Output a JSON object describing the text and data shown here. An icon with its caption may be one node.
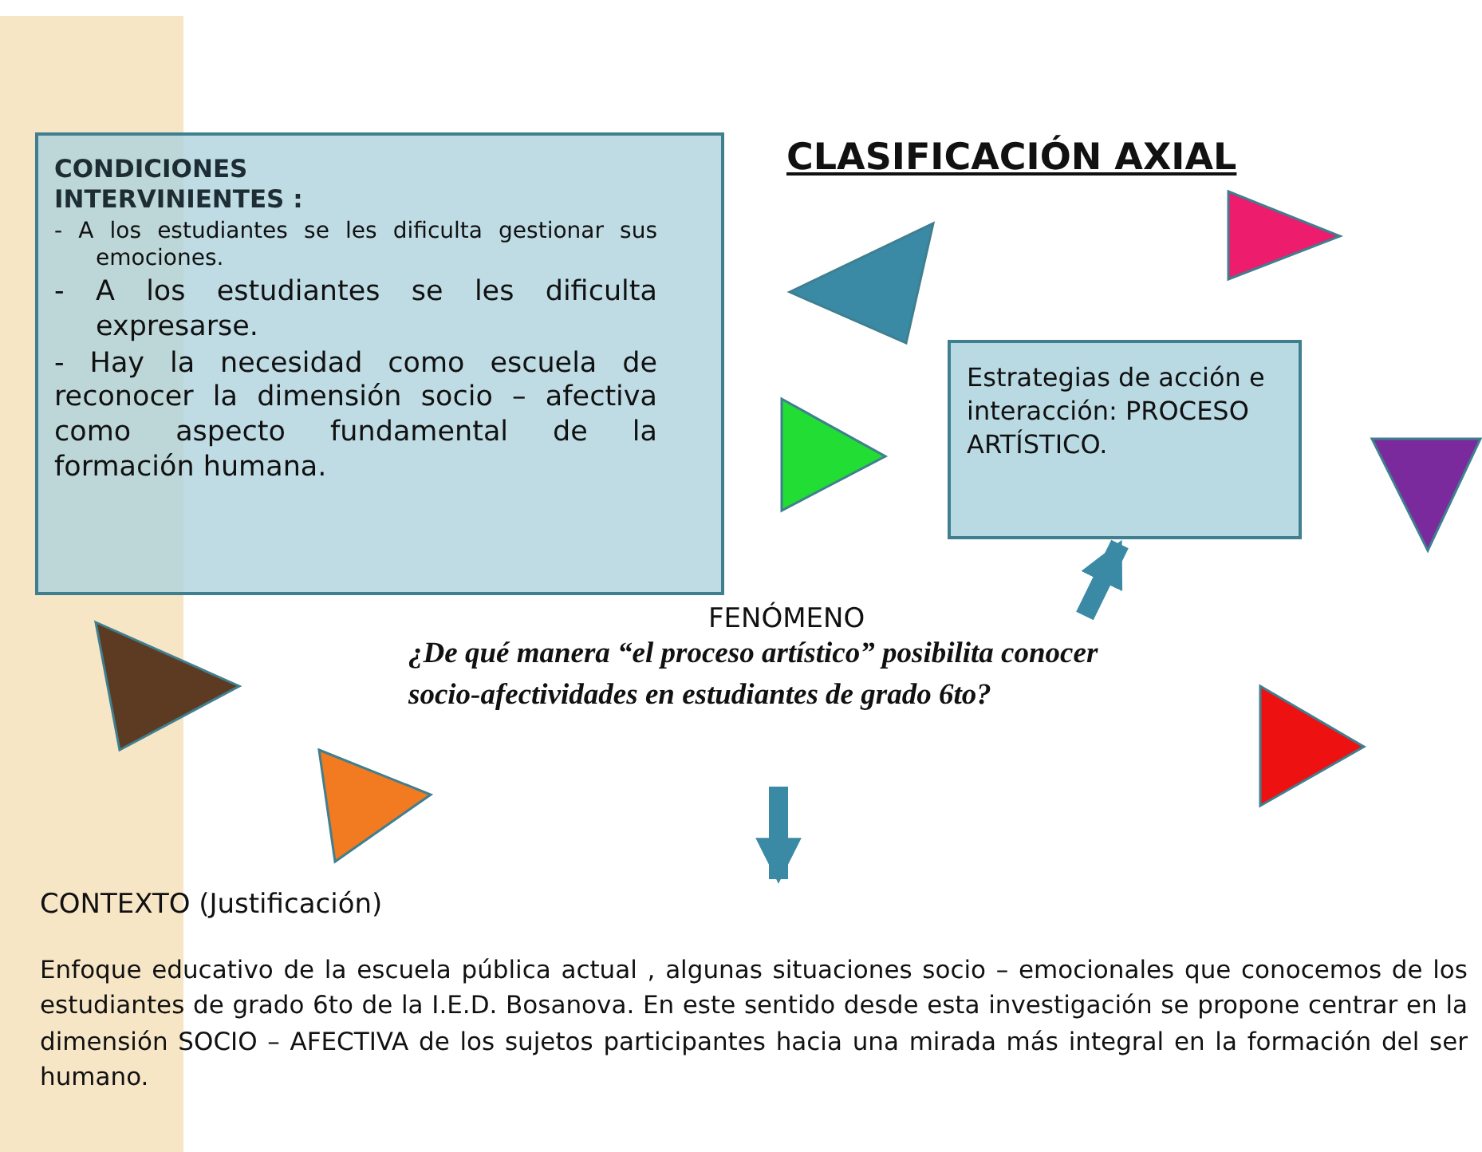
{
  "diagram": {
    "title": "CLASIFICACIÓN AXIAL",
    "nodes": [
      {
        "text": [
          "CONDICIONES INTERVINIENTES :",
          "- A los estudiantes se les dificulta gestionar sus emociones.",
          "- A los estudiantes se les dificulta expresarse.",
          "- Hay la necesidad como escuela de reconocer la dimensión socio – afectiva como aspecto fundamental de la formación humana."
        ]
      },
      {
        "text": [
          "Estrategias de acción e interacción: PROCESO ARTÍSTICO."
        ]
      },
      {
        "text": [
          "FENÓMENO",
          "¿De qué manera “el proceso artístico” posibilita conocer socio-afectividades en estudiantes de grado 6to?"
        ]
      },
      {
        "text": [
          "CONTEXTO (Justificación)",
          "Enfoque educativo de la escuela pública actual , algunas situaciones socio – emocionales que conocemos de los estudiantes de grado 6to de la I.E.D. Bosanova. En este sentido desde esta investigación se propone centrar en la dimensión SOCIO – AFECTIVA de los sujetos participantes hacia una mirada más integral en la formación del ser humano."
        ]
      },
      {
        "text": [],
        "shape": "triangle"
      },
      {
        "text": [],
        "shape": "triangle"
      },
      {
        "text": [],
        "shape": "triangle"
      },
      {
        "text": [],
        "shape": "triangle"
      },
      {
        "text": [],
        "shape": "triangle"
      },
      {
        "text": [],
        "shape": "triangle"
      },
      {
        "text": [],
        "shape": "triangle"
      }
    ],
    "edges": [
      {
        "from": 2,
        "to": 1,
        "arrow": "to"
      },
      {
        "from": 2,
        "to": 3,
        "arrow": "to"
      }
    ]
  }
}
